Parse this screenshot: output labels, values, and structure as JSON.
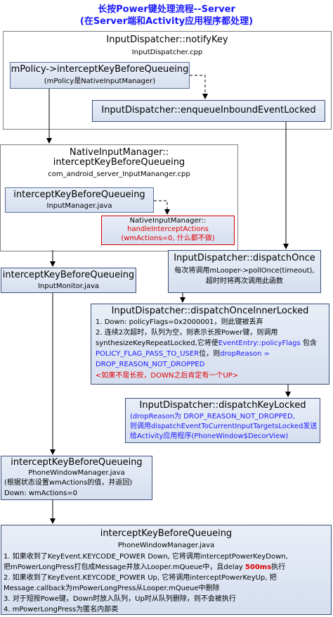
{
  "title": {
    "line1": "长按Power键处理流程--Server",
    "line2": "(在Server端和Activity应用程序都处理)"
  },
  "notify_region": {
    "heading": "InputDispatcher::notifyKey",
    "file": "InputDispatcher.cpp",
    "policy_box": {
      "heading": "mPolicy->interceptKeyBeforeQueueing",
      "note": "(mPolicy是NativeInputManager)"
    },
    "enqueue_box": "InputDispatcher::enqueueInboundEventLocked"
  },
  "native_region": {
    "heading1": "NativeInputManager::",
    "heading2": "interceptKeyBeforeQueueing",
    "file": "com_android_server_InputMananger.cpp",
    "im_box": {
      "heading": "interceptKeyBeforeQueueing",
      "file": "InputManager.java"
    },
    "handle_box": {
      "line1": "NativeInputManager::",
      "line2": "handleInterceptActions",
      "line3": "(wmActions=0, 什么都不做)"
    }
  },
  "monitor_box": {
    "heading": "interceptKeyBeforeQueueing",
    "file": "InputMonitor.java"
  },
  "dispatch_once": {
    "heading": "InputDispatcher::dispatchOnce",
    "line1": "每次将调用mLooper->pollOnce(timeout),",
    "line2": "超时时将再次调用此函数"
  },
  "dispatch_inner": {
    "heading": "InputDispatcher::dispatchOnceInnerLocked",
    "l1": "1. Down: policyFlags=0x2000001，则此键被丢弃",
    "l2": "2. 连续2次超时，队列为空，则表示长按Power键，则调用",
    "l3a": "synthesizeKeyRepeatLocked,它将使",
    "l3b": "EventEntry::policyFlags",
    "l3c": " 包含",
    "l4a": "POLICY_FLAG_PASS_TO_USER",
    "l4b": "位，则",
    "l4c": "dropReason =",
    "l5": "DROP_REASON_NOT_DROPPED",
    "l6": "<如果不是长按，DOWN之后肯定有一个UP>"
  },
  "dispatch_key": {
    "heading": "InputDispatcher::dispatchKeyLocked",
    "l1": "(dropReason为 DROP_REASON_NOT_DROPPED,",
    "l2": "则调用dispatchEventToCurrentInputTargetsLocked发送",
    "l3": "给Activity应用程序(PhoneWindow$DecorView)"
  },
  "pwm_box1": {
    "heading": "interceptKeyBeforeQueueing",
    "file": "PhoneWindowManager.java",
    "l1": "(根据状态设置wmActions的值，并返回)",
    "l2": "Down: wmActions=0"
  },
  "pwm_box2": {
    "heading": "interceptKeyBeforeQueueing",
    "file": "PhoneWindowManager.java",
    "l1": "1. 如果收到了KeyEvent.KEYCODE_POWER Down, 它将调用interceptPowerKeyDown,",
    "l2a": "把mPowerLongPress打包成Message并放入Looper.mQueue中，且delay ",
    "l2b": "500ms",
    "l2c": "执行",
    "l3": "2. 如果收到了KeyEvent.KEYCODE_POWER Up, 它将调用interceptPowerKeyUp, 把",
    "l4": "Message.callback为mPowerLongPress从Looper.mQueue中删除",
    "l5": "3. 对于短按Powe键，Down时放入队列，Up时从队列删除，则不会被执行",
    "l6": "4. mPowerLongPress为匿名内部类"
  }
}
